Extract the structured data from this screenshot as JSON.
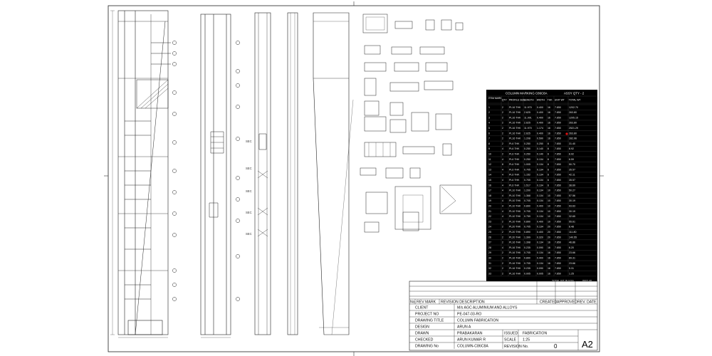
{
  "bom": {
    "title": "COLUMN MARKING C86C8A",
    "assy_qty": "ASSY QTY - 2",
    "headers": [
      "ITEM MARK",
      "QTY",
      "PROFILE SIZE",
      "LENGTH",
      "WIDTH",
      "THK",
      "UNIT WT",
      "TOTAL WT"
    ],
    "rows": [
      [
        "1",
        "2",
        "PL16 THK",
        "11.970",
        "0.400",
        "16",
        "7.850",
        "1202.70"
      ],
      [
        "2",
        "2",
        "PL16 THK",
        "2.625",
        "0.400",
        "16",
        "7.850",
        "263.80"
      ],
      [
        "3",
        "2",
        "PL16 THK",
        "11.991",
        "0.400",
        "16",
        "7.850",
        "1205.15"
      ],
      [
        "4",
        "2",
        "PL16 THK",
        "2.625",
        "0.400",
        "16",
        "7.850",
        "263.80"
      ],
      [
        "5",
        "2",
        "PL16 THK",
        "11.970",
        "1.174",
        "16",
        "7.850",
        "2521.29"
      ],
      [
        "6",
        "2",
        "PL16 THK",
        "2.625",
        "0.400",
        "16",
        "7.850",
        "263.80"
      ],
      [
        "7",
        "2",
        "PL16 THK",
        "1.208",
        "0.590",
        "16",
        "7.850",
        "282.96"
      ],
      [
        "8",
        "2",
        "PL6 THK",
        "0.250",
        "0.250",
        "6",
        "7.850",
        "31.40"
      ],
      [
        "9",
        "4",
        "PL6 THK",
        "0.250",
        "0.140",
        "6",
        "7.850",
        "8.92"
      ],
      [
        "10",
        "2",
        "PL6 THK",
        "0.250",
        "0.140",
        "6",
        "7.850",
        "8.92"
      ],
      [
        "11",
        "4",
        "PL6 THK",
        "0.250",
        "0.134",
        "6",
        "7.850",
        "6.59"
      ],
      [
        "12",
        "8",
        "PL6 THK",
        "1.005",
        "0.134",
        "6",
        "7.850",
        "50.70"
      ],
      [
        "13",
        "4",
        "PL6 THK",
        "0.705",
        "0.134",
        "6",
        "7.850",
        "35.57"
      ],
      [
        "14",
        "4",
        "PL6 THK",
        "1.152",
        "0.134",
        "6",
        "7.850",
        "42.11"
      ],
      [
        "15",
        "4",
        "PL6 THK",
        "0.705",
        "0.134",
        "6",
        "7.850",
        "35.57"
      ],
      [
        "16",
        "4",
        "PL6 THK",
        "1.517",
        "0.134",
        "6",
        "7.850",
        "38.69"
      ],
      [
        "17",
        "4",
        "PL10 THK",
        "1.200",
        "0.134",
        "10",
        "7.850",
        "50.27"
      ],
      [
        "18",
        "4",
        "PL10 THK",
        "1.368",
        "0.134",
        "10",
        "7.850",
        "57.56"
      ],
      [
        "19",
        "4",
        "PL10 THK",
        "0.705",
        "0.134",
        "10",
        "7.850",
        "30.19"
      ],
      [
        "20",
        "4",
        "PL10 THK",
        "0.890",
        "0.400",
        "10",
        "7.850",
        "93.63"
      ],
      [
        "21",
        "4",
        "PL10 THK",
        "0.705",
        "0.134",
        "10",
        "7.850",
        "30.19"
      ],
      [
        "22",
        "4",
        "PL10 THK",
        "0.759",
        "0.134",
        "10",
        "7.850",
        "32.65"
      ],
      [
        "23",
        "2",
        "PL10 THK",
        "0.890",
        "0.400",
        "10",
        "7.850",
        "55.61"
      ],
      [
        "24",
        "2",
        "PL20 THK",
        "0.705",
        "0.134",
        "20",
        "7.850",
        "8.48"
      ],
      [
        "25",
        "2",
        "PL20 THK",
        "0.890",
        "0.400",
        "20",
        "7.850",
        "111.80"
      ],
      [
        "26",
        "2",
        "PL20 THK",
        "1.399",
        "0.320",
        "20",
        "7.850",
        "140.55"
      ],
      [
        "27",
        "2",
        "PL16 THK",
        "1.398",
        "0.134",
        "16",
        "7.850",
        "46.86"
      ],
      [
        "28",
        "4",
        "PL16 THK",
        "0.235",
        "0.090",
        "16",
        "7.850",
        "6.20"
      ],
      [
        "29",
        "2",
        "PL16 THK",
        "0.705",
        "0.134",
        "16",
        "7.850",
        "23.66"
      ],
      [
        "30",
        "2",
        "PL16 THK",
        "0.890",
        "0.400",
        "16",
        "7.850",
        "89.31"
      ],
      [
        "31",
        "2",
        "PL16 THK",
        "0.705",
        "0.134",
        "16",
        "7.850",
        "23.66"
      ],
      [
        "32",
        "2",
        "PL16 THK",
        "0.235",
        "0.090",
        "16",
        "7.850",
        "5.31"
      ],
      [
        "33",
        "2",
        "PL16 THK",
        "0.005",
        "0.005",
        "16",
        "7.850",
        "1.25"
      ]
    ],
    "total_label": "TOTAL WT IN KGS",
    "total_value": "8903.48"
  },
  "title_block": {
    "rev_headers": {
      "no": "No.",
      "mark": "REV MARK",
      "desc": "REVISION DESCRIPTION",
      "created": "CREATED",
      "approved": "APPROVED",
      "date": "REV. DATE"
    },
    "client_label": "CLIENT",
    "client_value": "M/s AGC ALUMINIUM AND ALLOYS",
    "project_label": "PROJECT NO",
    "project_value": "PE-047-03-RO",
    "drawing_title_label": "DRAWING TITLE",
    "drawing_title_value": "COLUMN FABRICATION",
    "design_label": "DESIGN",
    "design_value": "ARUN A",
    "drawn_label": "DRAWN",
    "drawn_value": "PRABAKARAN",
    "issued_label": "ISSUED",
    "issued_value": "FABRICATION",
    "checked_label": "CHECKED",
    "checked_value": "ARUN KUMAR R",
    "scale_label": "SCALE",
    "scale_value": "1:25",
    "drawing_no_label": "DRAWING No",
    "drawing_no_value": "COLUMN-C86C8A",
    "revision_no_label": "REVISION No.",
    "revision_no_value": "0",
    "sheet_size": "A2"
  }
}
